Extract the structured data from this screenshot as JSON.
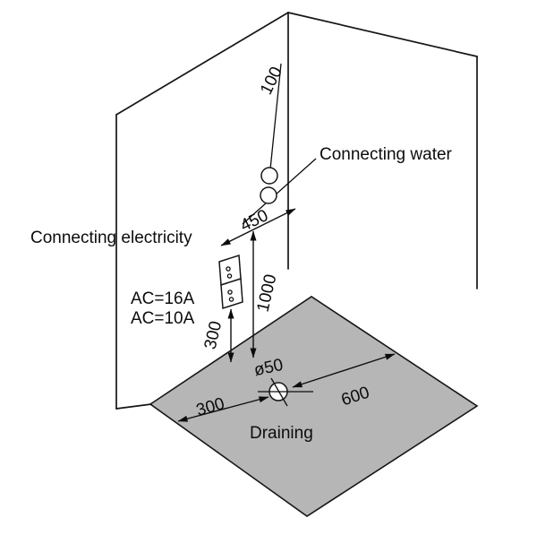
{
  "diagram": {
    "labels": {
      "connecting_water": "Connecting water",
      "connecting_electricity": "Connecting electricity",
      "ac_rating_1": "AC=16A",
      "ac_rating_2": "AC=10A",
      "draining": "Draining"
    },
    "dimensions": {
      "corner_offset": "100",
      "water_from_corner": "450",
      "water_height": "1000",
      "outlet_height": "300",
      "drain_diameter": "ø50",
      "drain_to_left_edge": "300",
      "drain_to_right_edge": "600"
    },
    "colors": {
      "floor_fill": "#b6b6b6",
      "line": "#161616",
      "background": "#ffffff"
    }
  }
}
